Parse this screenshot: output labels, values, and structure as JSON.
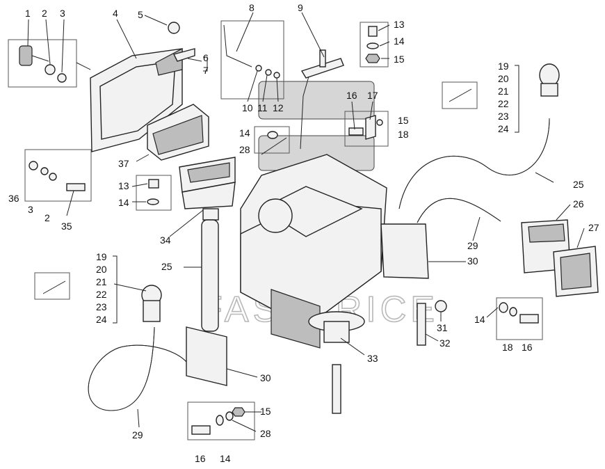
{
  "watermark": "FASTPRICE",
  "labels": {
    "c1": "1",
    "c2": "2",
    "c3": "3",
    "c4": "4",
    "c5": "5",
    "c6": "6",
    "c7": "7",
    "c8": "8",
    "c9": "9",
    "c10": "10",
    "c11": "11",
    "c12": "12",
    "c13a": "13",
    "c14a": "14",
    "c15a": "15",
    "c16a": "16",
    "c17": "17",
    "c15b": "15",
    "c18a": "18",
    "c14b": "14",
    "c28a": "28",
    "c37": "37",
    "c13b": "13",
    "c14c": "14",
    "c34": "34",
    "c36": "36",
    "c3b": "3",
    "c2b": "2",
    "c35": "35",
    "r19a": "19",
    "r20a": "20",
    "r21a": "21",
    "r22a": "22",
    "r23a": "23",
    "r24a": "24",
    "c25a": "25",
    "c26": "26",
    "c27": "27",
    "c29a": "29",
    "c30a": "30",
    "c31": "31",
    "c32": "32",
    "c33": "33",
    "c14d": "14",
    "c18b": "18",
    "c16b": "16",
    "r19b": "19",
    "r20b": "20",
    "r21b": "21",
    "r22b": "22",
    "r23b": "23",
    "r24b": "24",
    "c25b": "25",
    "c30b": "30",
    "c29b": "29",
    "c15c": "15",
    "c28b": "28",
    "c16c": "16",
    "c14e": "14"
  }
}
